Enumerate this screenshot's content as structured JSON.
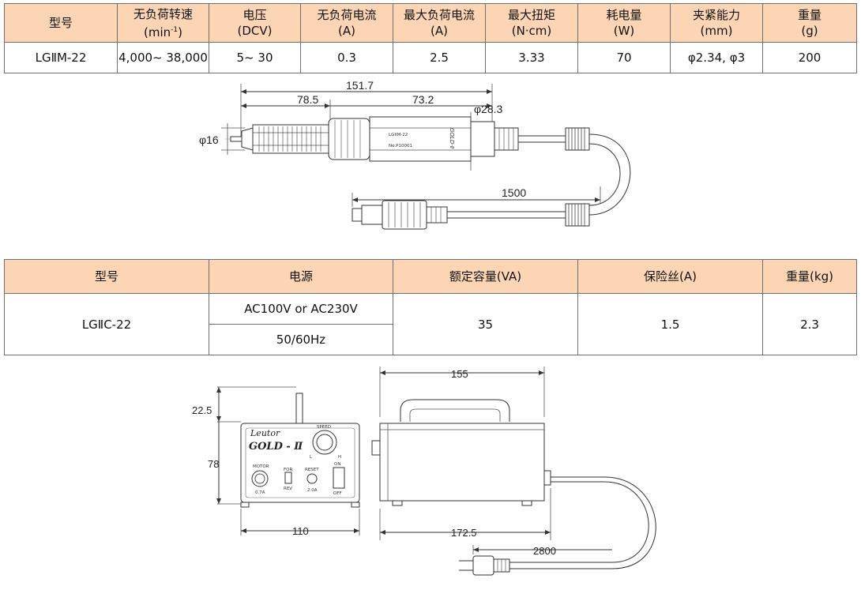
{
  "table1": {
    "headers": [
      {
        "l1": "型号",
        "l2": ""
      },
      {
        "l1": "无负荷转速",
        "l2": "(min",
        "sup": "-1",
        "l2b": ")"
      },
      {
        "l1": "电压",
        "l2": "(DCV)"
      },
      {
        "l1": "无负荷电流",
        "l2": "(A)"
      },
      {
        "l1": "最大负荷电流",
        "l2": "(A)"
      },
      {
        "l1": "最大扭矩",
        "l2": "(N·cm)"
      },
      {
        "l1": "耗电量",
        "l2": "(W)"
      },
      {
        "l1": "夹紧能力",
        "l2": "(mm)"
      },
      {
        "l1": "重量",
        "l2": "(g)"
      }
    ],
    "row": [
      "LGⅡM-22",
      "4,000~ 38,000",
      "5~ 30",
      "0.3",
      "2.5",
      "3.33",
      "70",
      "φ2.34, φ3",
      "200"
    ]
  },
  "handpiece_drawing": {
    "dim_total": "151.7",
    "dim_front": "78.5",
    "dim_rear": "73.2",
    "dim_rear_dia": "φ28.3",
    "dim_front_dia": "φ16",
    "dim_cable": "1500",
    "body_label": "LGIIM-22",
    "body_serial": "No.P10001",
    "body_brand": "GOLD-Ⅱ"
  },
  "table2": {
    "headers": [
      "型号",
      "电源",
      "额定容量(VA)",
      "保险丝(A)",
      "重量(kg)"
    ],
    "model": "LGⅡC-22",
    "power_1": "AC100V or AC230V",
    "power_2": "50/60Hz",
    "capacity": "35",
    "fuse": "1.5",
    "weight": "2.3"
  },
  "controller_drawing": {
    "dim_top": "22.5",
    "dim_height": "78",
    "dim_width": "110",
    "dim_depth": "155",
    "dim_depth_total": "172.5",
    "dim_cord": "2800",
    "brand": "Leutor",
    "model": "GOLD - Ⅱ",
    "speed_label": "SPEED",
    "motor_label": "MOTOR",
    "motor_rating": "0.7A",
    "reset_label": "RESET",
    "fuse_rating": "2.0A",
    "switch_on": "ON",
    "switch_off": "OFF",
    "dir_fwd": "FOR",
    "dir_rev": "REV",
    "knob_l": "L",
    "knob_h": "H"
  }
}
